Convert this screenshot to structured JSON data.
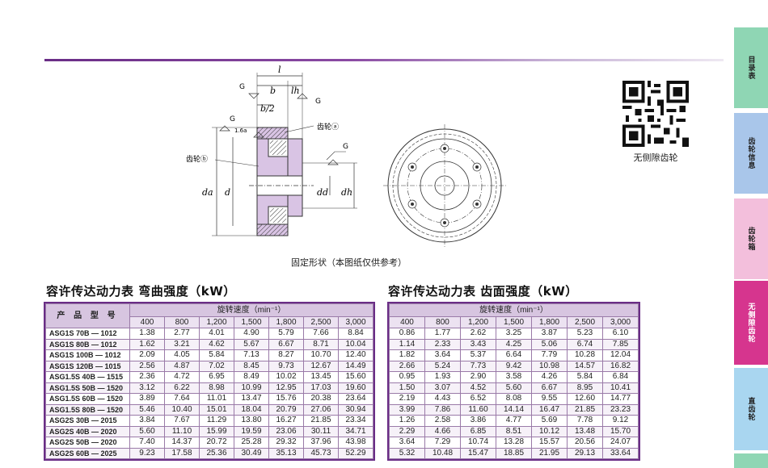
{
  "drawing": {
    "labels": {
      "l": "l",
      "b": "b",
      "lh": "lh",
      "b2": "b/2",
      "g1": "G",
      "g2": "G",
      "g3": "G",
      "g4": "G",
      "roughness": "1.6a",
      "gear_a": "齿轮ⓐ",
      "gear_b": "齿轮ⓑ",
      "da": "da",
      "d": "d",
      "dd": "dd",
      "dh": "dh"
    },
    "caption": "固定形状（本图纸仅供参考）"
  },
  "qr": {
    "caption": "无侧隙齿轮"
  },
  "colors": {
    "accent": "#6a2d86",
    "gear_fill": "#d9c4e4"
  },
  "tables": [
    {
      "title": "容许传达动力表 弯曲强度（kW）",
      "product_header": "产 品 型 号",
      "speed_header": "旋转速度（min⁻¹）",
      "speeds": [
        "400",
        "800",
        "1,200",
        "1,500",
        "1,800",
        "2,500",
        "3,000"
      ],
      "rows": [
        {
          "model": "ASG1S 70B — 1012",
          "v": [
            "1.38",
            "2.77",
            "4.01",
            "4.90",
            "5.79",
            "7.66",
            "8.84"
          ]
        },
        {
          "model": "ASG1S 80B — 1012",
          "v": [
            "1.62",
            "3.21",
            "4.62",
            "5.67",
            "6.67",
            "8.71",
            "10.04"
          ]
        },
        {
          "model": "ASG1S 100B — 1012",
          "v": [
            "2.09",
            "4.05",
            "5.84",
            "7.13",
            "8.27",
            "10.70",
            "12.40"
          ]
        },
        {
          "model": "ASG1S 120B — 1015",
          "v": [
            "2.56",
            "4.87",
            "7.02",
            "8.45",
            "9.73",
            "12.67",
            "14.49"
          ]
        },
        {
          "model": "ASG1.5S 40B — 1515",
          "v": [
            "2.36",
            "4.72",
            "6.95",
            "8.49",
            "10.02",
            "13.45",
            "15.60"
          ]
        },
        {
          "model": "ASG1.5S 50B — 1520",
          "v": [
            "3.12",
            "6.22",
            "8.98",
            "10.99",
            "12.95",
            "17.03",
            "19.60"
          ]
        },
        {
          "model": "ASG1.5S 60B — 1520",
          "v": [
            "3.89",
            "7.64",
            "11.01",
            "13.47",
            "15.76",
            "20.38",
            "23.64"
          ]
        },
        {
          "model": "ASG1.5S 80B — 1520",
          "v": [
            "5.46",
            "10.40",
            "15.01",
            "18.04",
            "20.79",
            "27.06",
            "30.94"
          ]
        },
        {
          "model": "ASG2S 30B — 2015",
          "v": [
            "3.84",
            "7.67",
            "11.29",
            "13.80",
            "16.27",
            "21.85",
            "23.34"
          ]
        },
        {
          "model": "ASG2S 40B — 2020",
          "v": [
            "5.60",
            "11.10",
            "15.99",
            "19.59",
            "23.06",
            "30.11",
            "34.71"
          ]
        },
        {
          "model": "ASG2S 50B — 2020",
          "v": [
            "7.40",
            "14.37",
            "20.72",
            "25.28",
            "29.32",
            "37.96",
            "43.98"
          ]
        },
        {
          "model": "ASG2S 60B — 2025",
          "v": [
            "9.23",
            "17.58",
            "25.36",
            "30.49",
            "35.13",
            "45.73",
            "52.29"
          ]
        }
      ]
    },
    {
      "title": "容许传达动力表 齿面强度（kW）",
      "speed_header": "旋转速度（min⁻¹）",
      "speeds": [
        "400",
        "800",
        "1,200",
        "1,500",
        "1,800",
        "2,500",
        "3,000"
      ],
      "rows": [
        {
          "v": [
            "0.86",
            "1.77",
            "2.62",
            "3.25",
            "3.87",
            "5.23",
            "6.10"
          ]
        },
        {
          "v": [
            "1.14",
            "2.33",
            "3.43",
            "4.25",
            "5.06",
            "6.74",
            "7.85"
          ]
        },
        {
          "v": [
            "1.82",
            "3.64",
            "5.37",
            "6.64",
            "7.79",
            "10.28",
            "12.04"
          ]
        },
        {
          "v": [
            "2.66",
            "5.24",
            "7.73",
            "9.42",
            "10.98",
            "14.57",
            "16.82"
          ]
        },
        {
          "v": [
            "0.95",
            "1.93",
            "2.90",
            "3.58",
            "4.26",
            "5.84",
            "6.84"
          ]
        },
        {
          "v": [
            "1.50",
            "3.07",
            "4.52",
            "5.60",
            "6.67",
            "8.95",
            "10.41"
          ]
        },
        {
          "v": [
            "2.19",
            "4.43",
            "6.52",
            "8.08",
            "9.55",
            "12.60",
            "14.77"
          ]
        },
        {
          "v": [
            "3.99",
            "7.86",
            "11.60",
            "14.14",
            "16.47",
            "21.85",
            "23.23"
          ]
        },
        {
          "v": [
            "1.26",
            "2.58",
            "3.86",
            "4.77",
            "5.69",
            "7.78",
            "9.12"
          ]
        },
        {
          "v": [
            "2.29",
            "4.66",
            "6.85",
            "8.51",
            "10.12",
            "13.48",
            "15.70"
          ]
        },
        {
          "v": [
            "3.64",
            "7.29",
            "10.74",
            "13.28",
            "15.57",
            "20.56",
            "24.07"
          ]
        },
        {
          "v": [
            "5.32",
            "10.48",
            "15.47",
            "18.85",
            "21.95",
            "29.13",
            "33.64"
          ]
        }
      ]
    }
  ],
  "sidebar": {
    "tabs": [
      {
        "label": "目录表",
        "color": "#8fd6b4"
      },
      {
        "label": "齿轮信息",
        "color": "#a9c6ea"
      },
      {
        "label": "齿轮箱",
        "color": "#f3bfdc"
      },
      {
        "label": "无侧隙齿轮",
        "color": "#d6358e"
      },
      {
        "label": "直齿轮",
        "color": "#a9d6f0"
      }
    ]
  }
}
